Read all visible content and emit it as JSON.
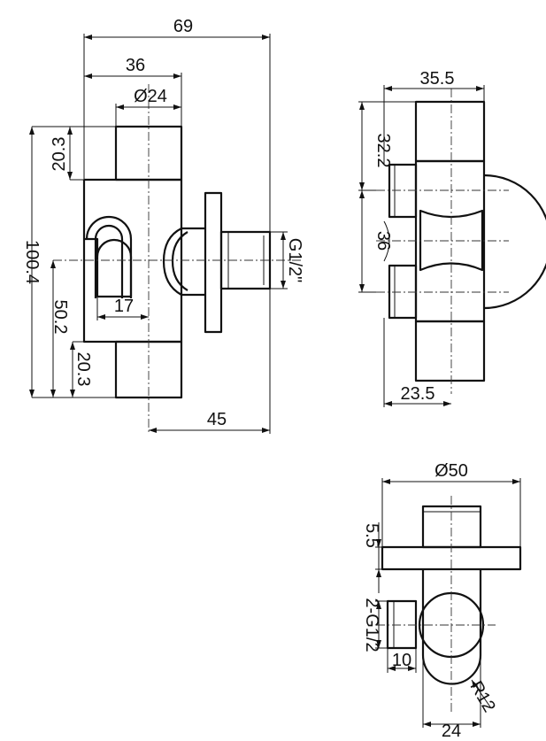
{
  "views": {
    "front": {
      "dims": {
        "overall_width": "69",
        "body_width": "36",
        "bore_diameter": "Ø24",
        "top_cap": "20.3",
        "height_total": "100.4",
        "lower_span": "50.2",
        "bottom_cap": "20.3",
        "slot_offset": "17",
        "outlet_reach": "45",
        "thread": "G1/2\""
      }
    },
    "side": {
      "dims": {
        "overall_width": "35.5",
        "upper": "32.2",
        "middle": "36",
        "depth": "23.5"
      }
    },
    "top": {
      "dims": {
        "flange_diameter": "Ø50",
        "flange_thickness": "5.5",
        "inlet_thread": "2-G1/2",
        "inlet_length": "10",
        "body_width": "24",
        "radius": "R12"
      }
    }
  },
  "colors": {
    "line": "#111111",
    "background": "#ffffff"
  }
}
